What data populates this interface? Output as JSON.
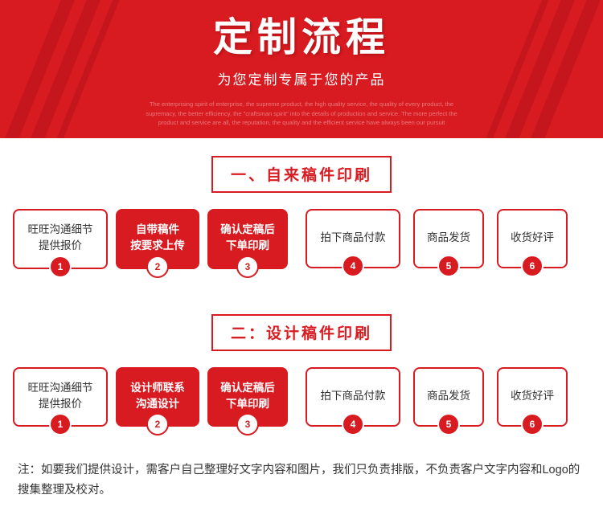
{
  "header": {
    "title": "定制流程",
    "subtitle": "为您定制专属于您的产品",
    "english": "The enterprising spirit of enterprise, the supreme product, the high quality service, the quality of every product, the supremacy, the better efficiency, the \"craftsman spirit\" into the details of production and service. The more perfect the product and service are all, the reputation, the quality and the efficient service have always been our pursuit",
    "accent_color": "#d81b21"
  },
  "sections": [
    {
      "title": "一、自来稿件印刷",
      "steps": [
        {
          "line1": "旺旺沟通细节",
          "line2": "提供报价",
          "badge": "1",
          "filled": false
        },
        {
          "line1": "自带稿件",
          "line2": "按要求上传",
          "badge": "2",
          "filled": true
        },
        {
          "line1": "确认定稿后",
          "line2": "下单印刷",
          "badge": "3",
          "filled": true
        },
        {
          "line1": "拍下商品付款",
          "line2": "",
          "badge": "4",
          "filled": false
        },
        {
          "line1": "商品发货",
          "line2": "",
          "badge": "5",
          "filled": false
        },
        {
          "line1": "收货好评",
          "line2": "",
          "badge": "6",
          "filled": false
        }
      ]
    },
    {
      "title": "二：设计稿件印刷",
      "steps": [
        {
          "line1": "旺旺沟通细节",
          "line2": "提供报价",
          "badge": "1",
          "filled": false
        },
        {
          "line1": "设计师联系",
          "line2": "沟通设计",
          "badge": "2",
          "filled": true
        },
        {
          "line1": "确认定稿后",
          "line2": "下单印刷",
          "badge": "3",
          "filled": true
        },
        {
          "line1": "拍下商品付款",
          "line2": "",
          "badge": "4",
          "filled": false
        },
        {
          "line1": "商品发货",
          "line2": "",
          "badge": "5",
          "filled": false
        },
        {
          "line1": "收货好评",
          "line2": "",
          "badge": "6",
          "filled": false
        }
      ]
    }
  ],
  "note": {
    "text": "注：如要我们提供设计，需客户自己整理好文字内容和图片，我们只负责排版，不负责客户文字内容和Logo的搜集整理及校对。"
  }
}
